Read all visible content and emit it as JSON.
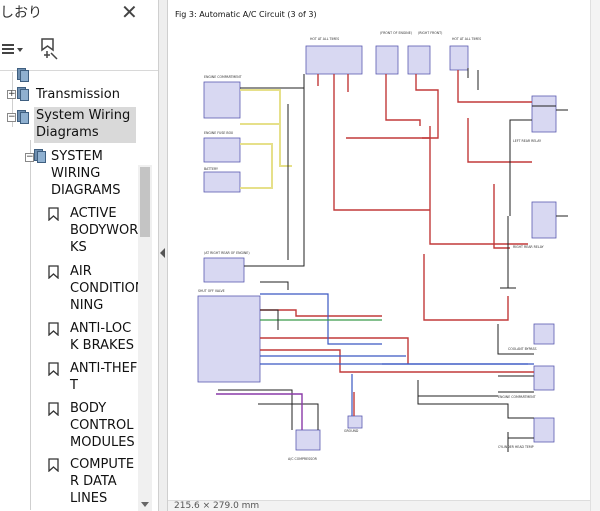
{
  "panel": {
    "title": "しおり",
    "tree": {
      "transmission": "Transmission",
      "system_wiring_diagrams": [
        "System Wiring",
        "Diagrams"
      ],
      "system_wiring_diagrams_upper": [
        "SYSTEM",
        "WIRING",
        "DIAGRAMS"
      ],
      "bookmarks": [
        [
          "ACTIVE",
          "BODYWOR",
          "KS"
        ],
        [
          "AIR",
          "CONDITIONI",
          "NING"
        ],
        [
          "ANTI-LOC",
          "K BRAKES"
        ],
        [
          "ANTI-THEF",
          "T"
        ],
        [
          "BODY",
          "CONTROL",
          "MODULES"
        ],
        [
          "COMPUTE",
          "R DATA",
          "LINES"
        ]
      ]
    }
  },
  "document": {
    "figure_title": "Fig 3: Automatic A/C Circuit (3 of 3)",
    "page_size": "215.6 × 279.0 mm"
  },
  "colors": {
    "wire_red": "#c23a3a",
    "wire_blue": "#3a58c2",
    "wire_yellow": "#e6e08a",
    "wire_violet": "#8a3aa8",
    "wire_green": "#3a9a4a",
    "component_fill": "#d8d8f2",
    "component_border": "#5a5ab0"
  }
}
